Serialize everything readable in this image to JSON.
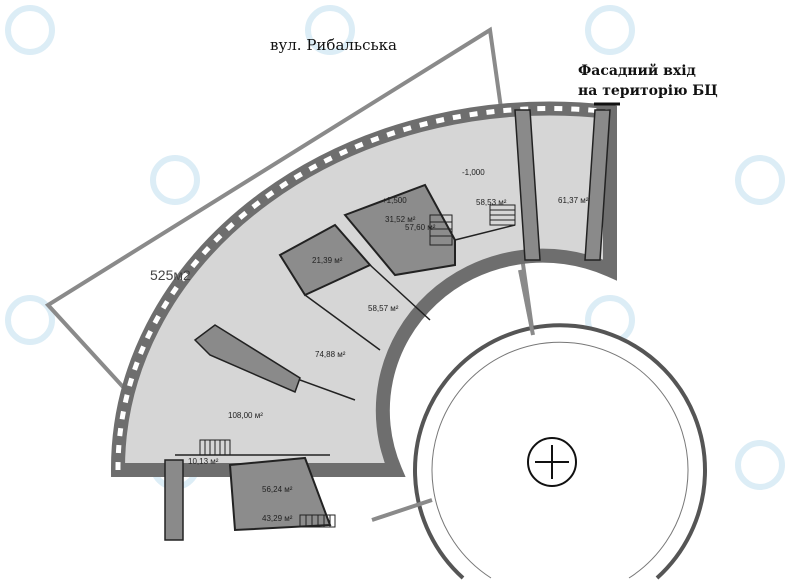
{
  "street_label": "вул. Рибальська",
  "entrance_label": {
    "line1": "Фасадний вхід",
    "line2": "на територію БЦ"
  },
  "site_area_label": "525м2",
  "rooms": [
    {
      "area": "108,00 м²"
    },
    {
      "area": "74,88 м²"
    },
    {
      "area": "58,57 м²"
    },
    {
      "area": "21,39 м²"
    },
    {
      "area": "31,52 м²"
    },
    {
      "area": "57,60 м²"
    },
    {
      "area": "58,53 м²"
    },
    {
      "area": "61,37 м²"
    },
    {
      "area": "10,13 м²"
    },
    {
      "area": "56,24 м²"
    },
    {
      "area": "43,29 м²"
    }
  ],
  "elevations": [
    "+1,500",
    "-1,000"
  ],
  "colors": {
    "wall": "#7a7a7a",
    "room_light": "#d6d6d6",
    "room_dark": "#8c8c8c",
    "boundary": "#8a8a8a",
    "watermark": "#cfe6f3"
  }
}
